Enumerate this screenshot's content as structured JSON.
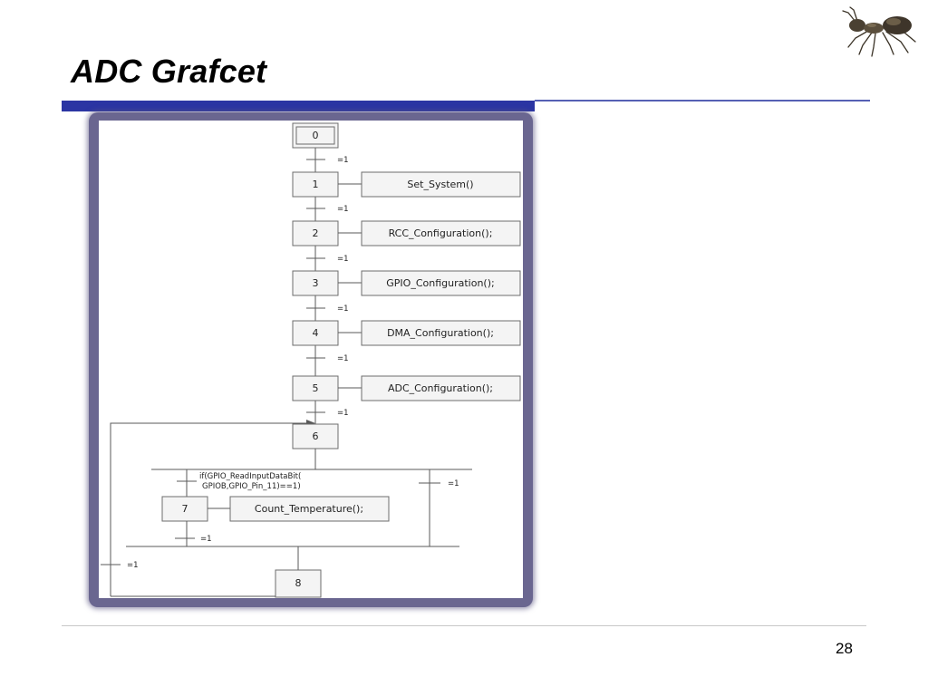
{
  "slide": {
    "title": "ADC Grafcet",
    "page_number": "28",
    "logo_icon": "ant-icon"
  },
  "colors": {
    "title_rule": "#2b35a3",
    "frame": "#6a6690"
  },
  "grafcet": {
    "initial_step": "0",
    "steps": [
      {
        "label": "1",
        "action": "Set_System()",
        "transition": "=1"
      },
      {
        "label": "2",
        "action": "RCC_Configuration();",
        "transition": "=1"
      },
      {
        "label": "3",
        "action": "GPIO_Configuration();",
        "transition": "=1"
      },
      {
        "label": "4",
        "action": "DMA_Configuration();",
        "transition": "=1"
      },
      {
        "label": "5",
        "action": "ADC_Configuration();",
        "transition": "=1"
      },
      {
        "label": "6"
      },
      {
        "label": "7",
        "action": "Count_Temperature();",
        "transition": "=1"
      },
      {
        "label": "8"
      }
    ],
    "transition_0": "=1",
    "condition_line1": "if(GPIO_ReadInputDataBit(",
    "condition_line2": "GPIOB,GPIO_Pin_11)==1)",
    "alt_transition": "=1",
    "loop_transition": "=1"
  }
}
